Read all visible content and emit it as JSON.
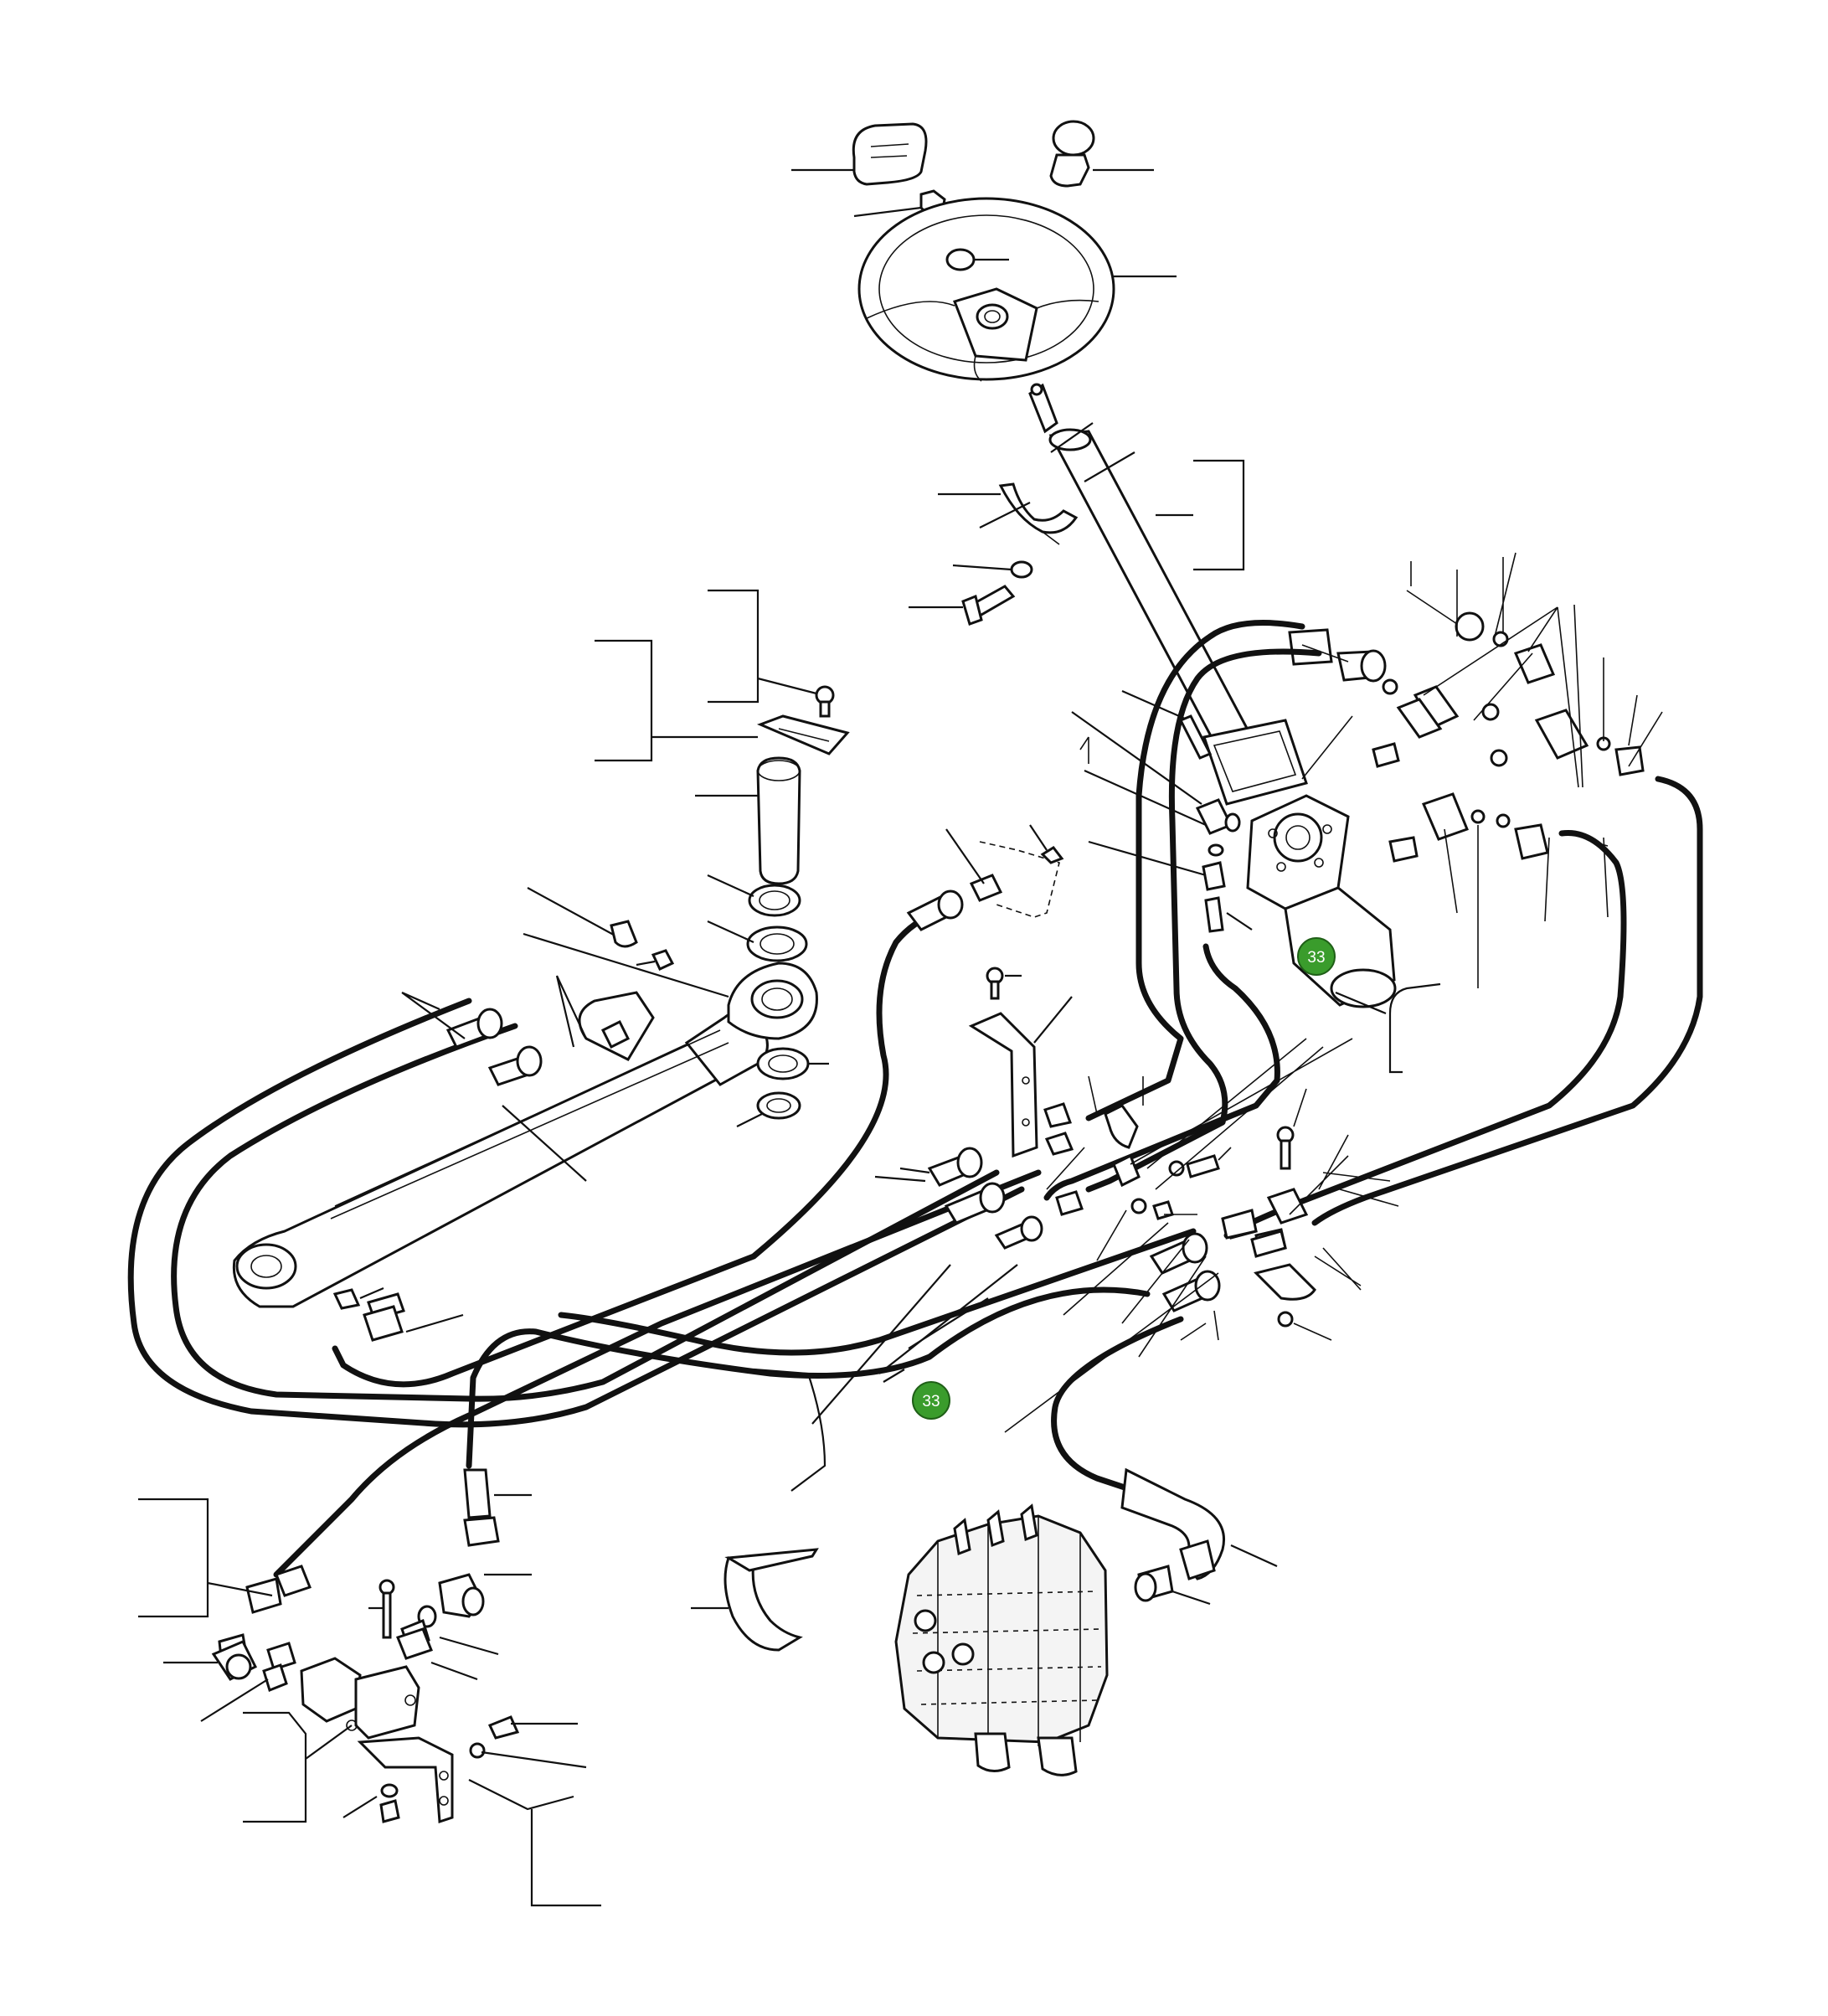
{
  "callouts": [
    {
      "id": "callout-steering-unit",
      "label": "33"
    },
    {
      "id": "callout-hose-bundle",
      "label": "33"
    }
  ],
  "colors": {
    "callout_fill": "#3a9c2c",
    "line": "#111111",
    "background": "#ffffff"
  }
}
